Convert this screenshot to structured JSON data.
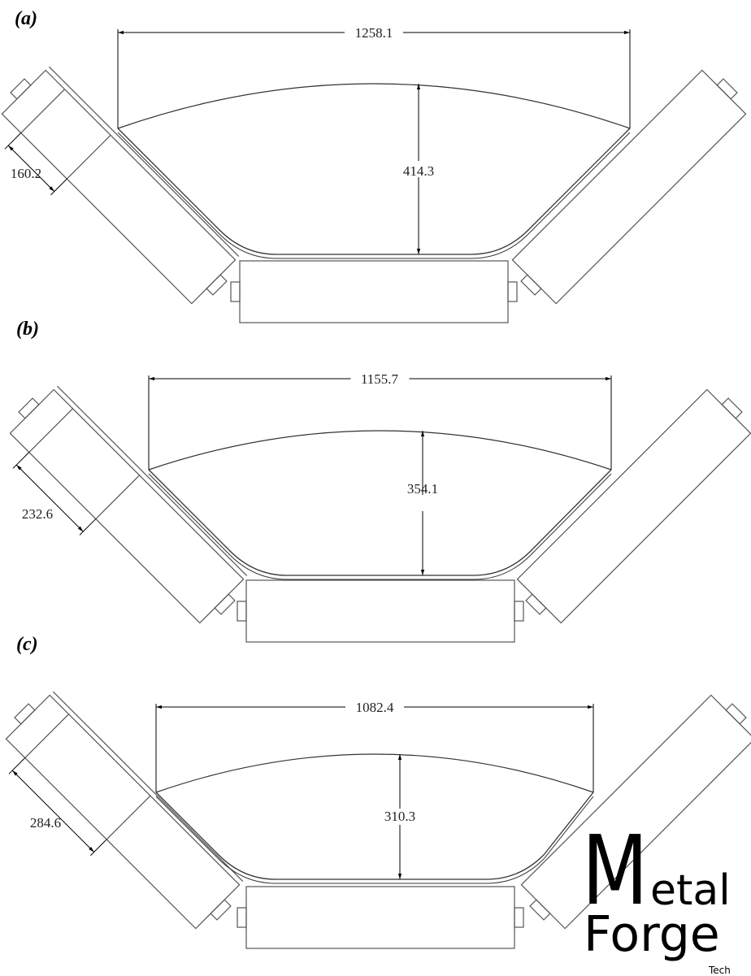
{
  "panels": [
    {
      "label": "(a)",
      "width_dim": "1258.1",
      "height_dim": "414.3",
      "shaft_dim": "160.2"
    },
    {
      "label": "(b)",
      "width_dim": "1155.7",
      "height_dim": "354.1",
      "shaft_dim": "232.6"
    },
    {
      "label": "(c)",
      "width_dim": "1082.4",
      "height_dim": "310.3",
      "shaft_dim": "284.6"
    }
  ],
  "watermark": {
    "line1_initial": "M",
    "line1_rest": "etal",
    "line2": "Forge",
    "line3": "Tech"
  }
}
